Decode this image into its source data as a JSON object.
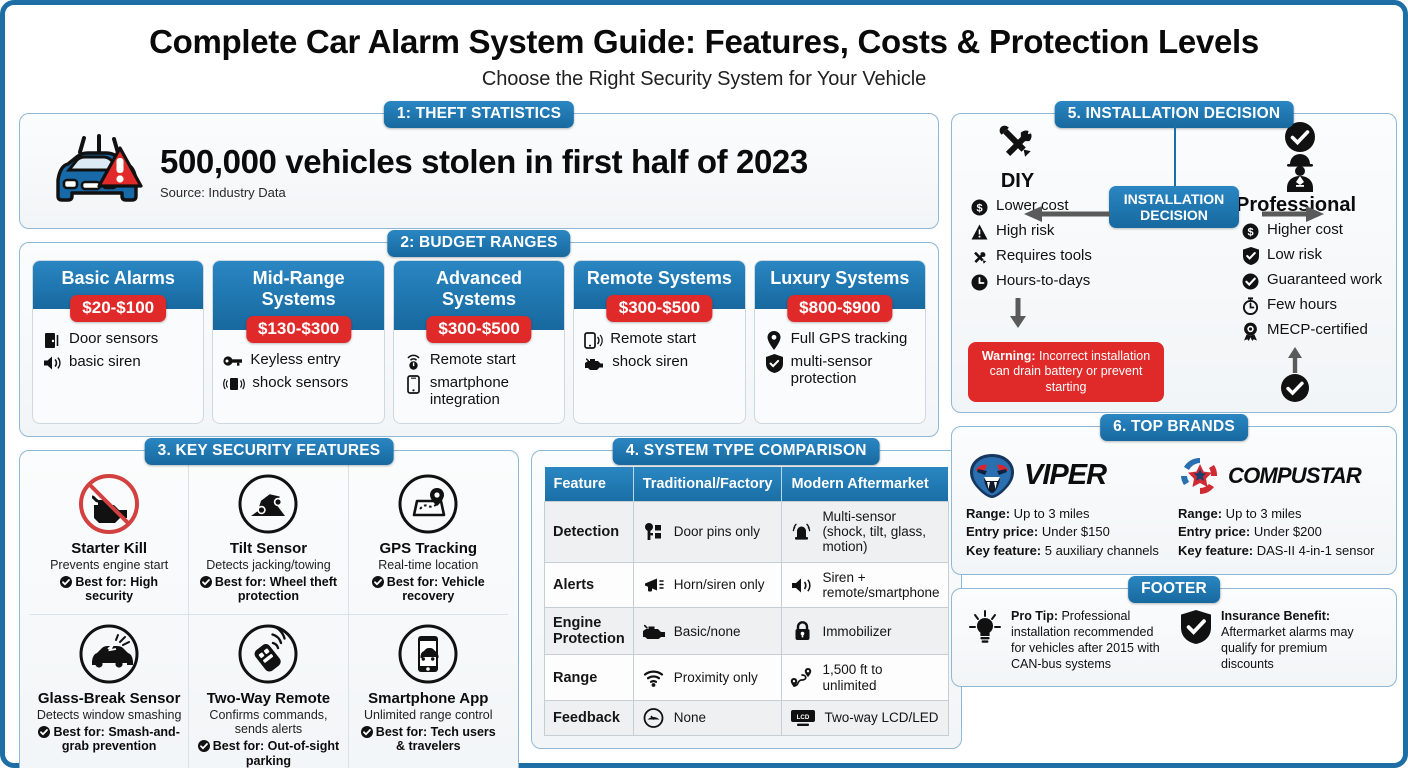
{
  "header": {
    "title": "Complete Car Alarm System Guide: Features, Costs & Protection Levels",
    "subtitle": "Choose the Right Security System for Your Vehicle"
  },
  "colors": {
    "brand_blue": "#1c6ea4",
    "badge_blue": "#2279b3",
    "accent_red": "#e02a2a",
    "panel_bg": "#f7f9fa",
    "border_blue": "#8fb8d4"
  },
  "section1": {
    "badge": "1: THEFT STATISTICS",
    "headline": "500,000 vehicles stolen in first half of 2023",
    "source": "Source: Industry Data"
  },
  "section2": {
    "badge": "2: BUDGET RANGES",
    "cards": [
      {
        "title": "Basic Alarms",
        "price": "$20-$100",
        "features": [
          {
            "icon": "door-sensor-icon",
            "label": "Door sensors"
          },
          {
            "icon": "siren-speaker-icon",
            "label": "basic siren"
          }
        ]
      },
      {
        "title": "Mid-Range Systems",
        "price": "$130-$300",
        "features": [
          {
            "icon": "key-icon",
            "label": "Keyless entry"
          },
          {
            "icon": "shock-sensor-icon",
            "label": "shock sensors"
          }
        ]
      },
      {
        "title": "Advanced Systems",
        "price": "$300-$500",
        "features": [
          {
            "icon": "remote-start-icon",
            "label": "Remote start"
          },
          {
            "icon": "smartphone-icon",
            "label": "smartphone integration"
          }
        ]
      },
      {
        "title": "Remote Systems",
        "price": "$300-$500",
        "features": [
          {
            "icon": "phone-signal-icon",
            "label": "Remote start"
          },
          {
            "icon": "engine-icon",
            "label": "shock siren"
          }
        ]
      },
      {
        "title": "Luxury Systems",
        "price": "$800-$900",
        "features": [
          {
            "icon": "map-pin-icon",
            "label": "Full GPS tracking"
          },
          {
            "icon": "shield-icon",
            "label": "multi-sensor protection"
          }
        ]
      }
    ]
  },
  "section3": {
    "badge": "3. KEY SECURITY FEATURES",
    "features": [
      {
        "icon": "starter-kill-icon",
        "title": "Starter Kill",
        "subtitle": "Prevents engine start",
        "best_for": "Best for: High security"
      },
      {
        "icon": "tilt-sensor-icon",
        "title": "Tilt Sensor",
        "subtitle": "Detects jacking/towing",
        "best_for": "Best for: Wheel theft protection"
      },
      {
        "icon": "gps-tracking-icon",
        "title": "GPS Tracking",
        "subtitle": "Real-time location",
        "best_for": "Best for: Vehicle recovery"
      },
      {
        "icon": "glass-break-icon",
        "title": "Glass-Break Sensor",
        "subtitle": "Detects window smashing",
        "best_for": "Best for: Smash-and-grab prevention"
      },
      {
        "icon": "two-way-remote-icon",
        "title": "Two-Way Remote",
        "subtitle": "Confirms commands, sends alerts",
        "best_for": "Best for: Out-of-sight parking"
      },
      {
        "icon": "smartphone-app-icon",
        "title": "Smartphone App",
        "subtitle": "Unlimited range control",
        "best_for": "Best for: Tech users & travelers"
      }
    ]
  },
  "section4": {
    "badge": "4. SYSTEM TYPE COMPARISON",
    "columns": [
      "Feature",
      "Traditional/Factory",
      "Modern Aftermarket"
    ],
    "rows": [
      {
        "feature": "Detection",
        "traditional": {
          "icon": "door-pin-key-icon",
          "label": "Door pins only"
        },
        "modern": {
          "icon": "alarm-beacon-icon",
          "label": "Multi-sensor (shock, tilt, glass, motion)"
        }
      },
      {
        "feature": "Alerts",
        "traditional": {
          "icon": "horn-icon",
          "label": "Horn/siren only"
        },
        "modern": {
          "icon": "speaker-waves-icon",
          "label": "Siren + remote/smartphone"
        }
      },
      {
        "feature": "Engine Protection",
        "traditional": {
          "icon": "engine-icon",
          "label": "Basic/none"
        },
        "modern": {
          "icon": "lock-icon",
          "label": "Immobilizer"
        }
      },
      {
        "feature": "Range",
        "traditional": {
          "icon": "wifi-icon",
          "label": "Proximity only"
        },
        "modern": {
          "icon": "route-pins-icon",
          "label": "1,500 ft to unlimited"
        }
      },
      {
        "feature": "Feedback",
        "traditional": {
          "icon": "gauge-icon",
          "label": "None"
        },
        "modern": {
          "icon": "lcd-screen-icon",
          "label": "Two-way LCD/LED"
        }
      }
    ]
  },
  "section5": {
    "badge": "5. INSTALLATION DECISION",
    "decision_box": "INSTALLATION DECISION",
    "diy": {
      "icon": "tools-icon",
      "title": "DIY",
      "points": [
        {
          "icon": "dollar-icon",
          "label": "Lower cost"
        },
        {
          "icon": "warning-triangle-icon",
          "label": "High risk"
        },
        {
          "icon": "tools-icon",
          "label": "Requires tools"
        },
        {
          "icon": "clock-icon",
          "label": "Hours-to-days"
        }
      ],
      "warning_bold": "Warning:",
      "warning_text": " Incorrect installation can drain battery or prevent starting"
    },
    "professional": {
      "icon": "technician-icon",
      "title": "Professional",
      "top_check": "check-circle-icon",
      "bottom_check": "check-circle-icon",
      "points": [
        {
          "icon": "dollar-icon",
          "label": "Higher cost"
        },
        {
          "icon": "shield-check-icon",
          "label": "Low risk"
        },
        {
          "icon": "check-circle-icon",
          "label": "Guaranteed work"
        },
        {
          "icon": "stopwatch-icon",
          "label": "Few hours"
        },
        {
          "icon": "certificate-icon",
          "label": "MECP-certified"
        }
      ]
    }
  },
  "section6": {
    "badge": "6. TOP BRANDS",
    "brands": [
      {
        "logo": "viper-logo",
        "name": "VIPER",
        "specs": [
          {
            "label": "Range:",
            "value": " Up to 3 miles"
          },
          {
            "label": "Entry price:",
            "value": " Under $150"
          },
          {
            "label": "Key feature:",
            "value": " 5 auxiliary channels"
          }
        ]
      },
      {
        "logo": "compustar-logo",
        "name": "COMPUSTAR",
        "specs": [
          {
            "label": "Range:",
            "value": " Up to 3 miles"
          },
          {
            "label": "Entry price:",
            "value": " Under $200"
          },
          {
            "label": "Key feature:",
            "value": " DAS-II 4-in-1 sensor"
          }
        ]
      }
    ]
  },
  "footer": {
    "badge": "FOOTER",
    "items": [
      {
        "icon": "lightbulb-icon",
        "bold": "Pro Tip:",
        "text": " Professional installation recommended for vehicles after 2015 with CAN-bus systems"
      },
      {
        "icon": "shield-check-icon",
        "bold": "Insurance Benefit:",
        "text": " Aftermarket alarms may qualify for premium discounts"
      }
    ]
  }
}
